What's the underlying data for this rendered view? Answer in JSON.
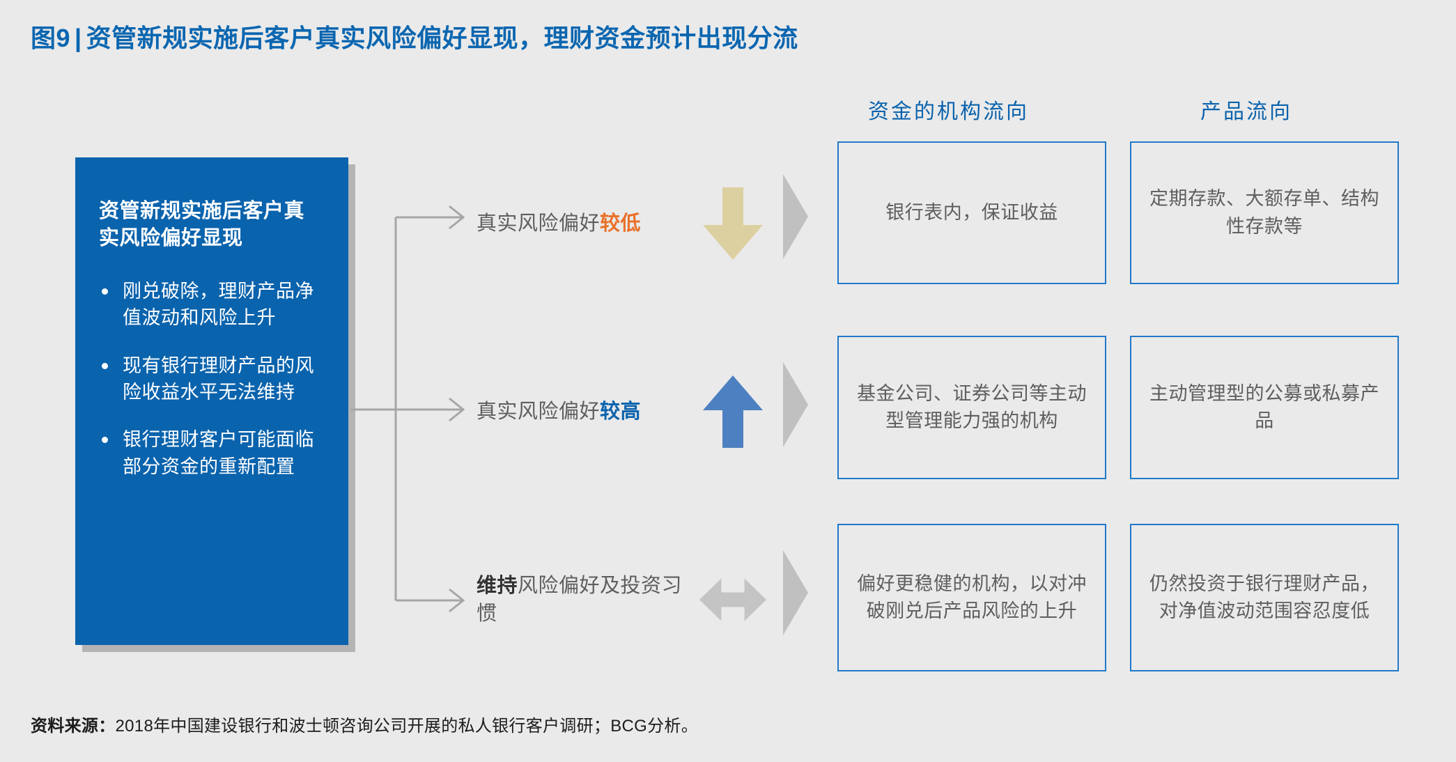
{
  "title": {
    "figure_label": "图9",
    "separator": "|",
    "text": "资管新规实施后客户真实风险偏好显现，理财资金预计出现分流"
  },
  "left_panel": {
    "heading": "资管新规实施后客户真实风险偏好显现",
    "bullets": [
      "刚兑破除，理财产品净值波动和风险上升",
      "现有银行理财产品的风险收益水平无法维持",
      "银行理财客户可能面临部分资金的重新配置"
    ]
  },
  "column_headers": {
    "institution_flow": "资金的机构流向",
    "product_flow": "产品流向"
  },
  "rows": [
    {
      "label_prefix": "真实风险偏好",
      "label_accent": "较低",
      "accent_style": "low",
      "arrow_icon": "arrow-down-icon",
      "arrow_color": "#ddd0a0",
      "chevron_icon": "chevron-right-icon",
      "institution_box": "银行表内，保证收益",
      "product_box": "定期存款、大额存单、结构性存款等"
    },
    {
      "label_prefix": "真实风险偏好",
      "label_accent": "较高",
      "accent_style": "high",
      "arrow_icon": "arrow-up-icon",
      "arrow_color": "#4d80c0",
      "chevron_icon": "chevron-right-icon",
      "institution_box": "基金公司、证券公司等主动型管理能力强的机构",
      "product_box": "主动管理型的公募或私募产品"
    },
    {
      "label_prefix": "风险偏好及投资习惯",
      "label_accent": "维持",
      "accent_style": "keep",
      "arrow_icon": "arrow-left-right-icon",
      "arrow_color": "#c4c4c4",
      "chevron_icon": "chevron-right-icon",
      "institution_box": "偏好更稳健的机构，以对冲破刚兑后产品风险的上升",
      "product_box": "仍然投资于银行理财产品，对净值波动范围容忍度低"
    }
  ],
  "footer": {
    "lead": "资料来源：",
    "text": "2018年中国建设银行和波士顿咨询公司开展的私人银行客户调研；BCG分析。"
  },
  "colors": {
    "background": "#eaeaea",
    "brand_blue": "#0a63ad",
    "box_border_blue": "#2079c9",
    "accent_orange": "#e8712a",
    "arrow_tan": "#ddd0a0",
    "arrow_blue": "#4d80c0",
    "arrow_gray": "#c4c4c4",
    "connector_gray": "#a6a6a6",
    "body_text_gray": "#5e5e5e"
  }
}
